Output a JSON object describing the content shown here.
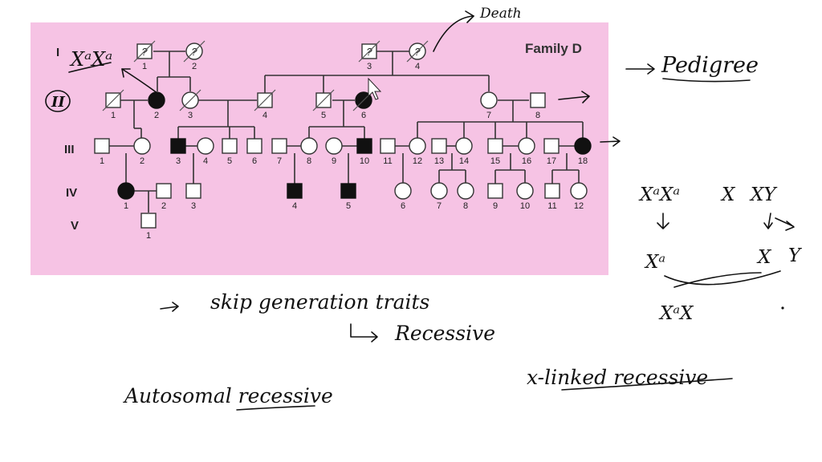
{
  "figure": {
    "family_label": "Family D",
    "generations": [
      "I",
      "II",
      "III",
      "IV",
      "V"
    ]
  },
  "pedigree": [
    {
      "id": "I-1",
      "label": "1",
      "sex": "M",
      "affected": false,
      "deceased": true,
      "unknown": true
    },
    {
      "id": "I-2",
      "label": "2",
      "sex": "F",
      "affected": false,
      "deceased": true,
      "unknown": true
    },
    {
      "id": "I-3",
      "label": "3",
      "sex": "M",
      "affected": false,
      "deceased": true,
      "unknown": true
    },
    {
      "id": "I-4",
      "label": "4",
      "sex": "F",
      "affected": false,
      "deceased": true,
      "unknown": true
    },
    {
      "id": "II-1",
      "label": "1",
      "sex": "M",
      "affected": false,
      "deceased": true
    },
    {
      "id": "II-2",
      "label": "2",
      "sex": "F",
      "affected": true,
      "deceased": false
    },
    {
      "id": "II-3",
      "label": "3",
      "sex": "F",
      "affected": false,
      "deceased": true
    },
    {
      "id": "II-4",
      "label": "4",
      "sex": "M",
      "affected": false,
      "deceased": true
    },
    {
      "id": "II-5",
      "label": "5",
      "sex": "M",
      "affected": false,
      "deceased": true
    },
    {
      "id": "II-6",
      "label": "6",
      "sex": "F",
      "affected": true,
      "deceased": true
    },
    {
      "id": "II-7",
      "label": "7",
      "sex": "F",
      "affected": false,
      "deceased": false
    },
    {
      "id": "II-8",
      "label": "8",
      "sex": "M",
      "affected": false,
      "deceased": false
    },
    {
      "id": "III-1",
      "label": "1",
      "sex": "M",
      "affected": false
    },
    {
      "id": "III-2",
      "label": "2",
      "sex": "F",
      "affected": false
    },
    {
      "id": "III-3",
      "label": "3",
      "sex": "M",
      "affected": true
    },
    {
      "id": "III-4",
      "label": "4",
      "sex": "F",
      "affected": false
    },
    {
      "id": "III-5",
      "label": "5",
      "sex": "M",
      "affected": false
    },
    {
      "id": "III-6",
      "label": "6",
      "sex": "M",
      "affected": false
    },
    {
      "id": "III-7",
      "label": "7",
      "sex": "M",
      "affected": false
    },
    {
      "id": "III-8",
      "label": "8",
      "sex": "F",
      "affected": false
    },
    {
      "id": "III-9",
      "label": "9",
      "sex": "F",
      "affected": false
    },
    {
      "id": "III-10",
      "label": "10",
      "sex": "M",
      "affected": true
    },
    {
      "id": "III-11",
      "label": "11",
      "sex": "M",
      "affected": false
    },
    {
      "id": "III-12",
      "label": "12",
      "sex": "F",
      "affected": false
    },
    {
      "id": "III-13",
      "label": "13",
      "sex": "M",
      "affected": false
    },
    {
      "id": "III-14",
      "label": "14",
      "sex": "F",
      "affected": false
    },
    {
      "id": "III-15",
      "label": "15",
      "sex": "M",
      "affected": false
    },
    {
      "id": "III-16",
      "label": "16",
      "sex": "F",
      "affected": false
    },
    {
      "id": "III-17",
      "label": "17",
      "sex": "M",
      "affected": false
    },
    {
      "id": "III-18",
      "label": "18",
      "sex": "F",
      "affected": true
    },
    {
      "id": "IV-1",
      "label": "1",
      "sex": "F",
      "affected": true
    },
    {
      "id": "IV-2",
      "label": "2",
      "sex": "M",
      "affected": false
    },
    {
      "id": "IV-3",
      "label": "3",
      "sex": "M",
      "affected": false
    },
    {
      "id": "IV-4",
      "label": "4",
      "sex": "M",
      "affected": true
    },
    {
      "id": "IV-5",
      "label": "5",
      "sex": "M",
      "affected": true
    },
    {
      "id": "IV-6",
      "label": "6",
      "sex": "F",
      "affected": false
    },
    {
      "id": "IV-7",
      "label": "7",
      "sex": "F",
      "affected": false
    },
    {
      "id": "IV-8",
      "label": "8",
      "sex": "F",
      "affected": false
    },
    {
      "id": "IV-9",
      "label": "9",
      "sex": "M",
      "affected": false
    },
    {
      "id": "IV-10",
      "label": "10",
      "sex": "F",
      "affected": false
    },
    {
      "id": "IV-11",
      "label": "11",
      "sex": "M",
      "affected": false
    },
    {
      "id": "IV-12",
      "label": "12",
      "sex": "F",
      "affected": false
    },
    {
      "id": "V-1",
      "label": "1",
      "sex": "M",
      "affected": false
    }
  ],
  "unknown_mark": "?",
  "annotations": {
    "xaxa_gen1": "XᵃXᵃ",
    "death": "Death",
    "pedigree": "Pedigree",
    "gen2_circled": "II",
    "cross_female": "XᵃXᵃ",
    "cross_x": "X",
    "cross_male": "XY",
    "gamete_female": "Xᵃ",
    "gamete_male_x": "X",
    "gamete_male_y": "Y",
    "offspring": "XᵃX",
    "skip_generation": "skip generation traits",
    "recessive": "Recessive",
    "autosomal_recessive": "Autosomal recessive",
    "x_linked_recessive": "x-linked recessive"
  }
}
